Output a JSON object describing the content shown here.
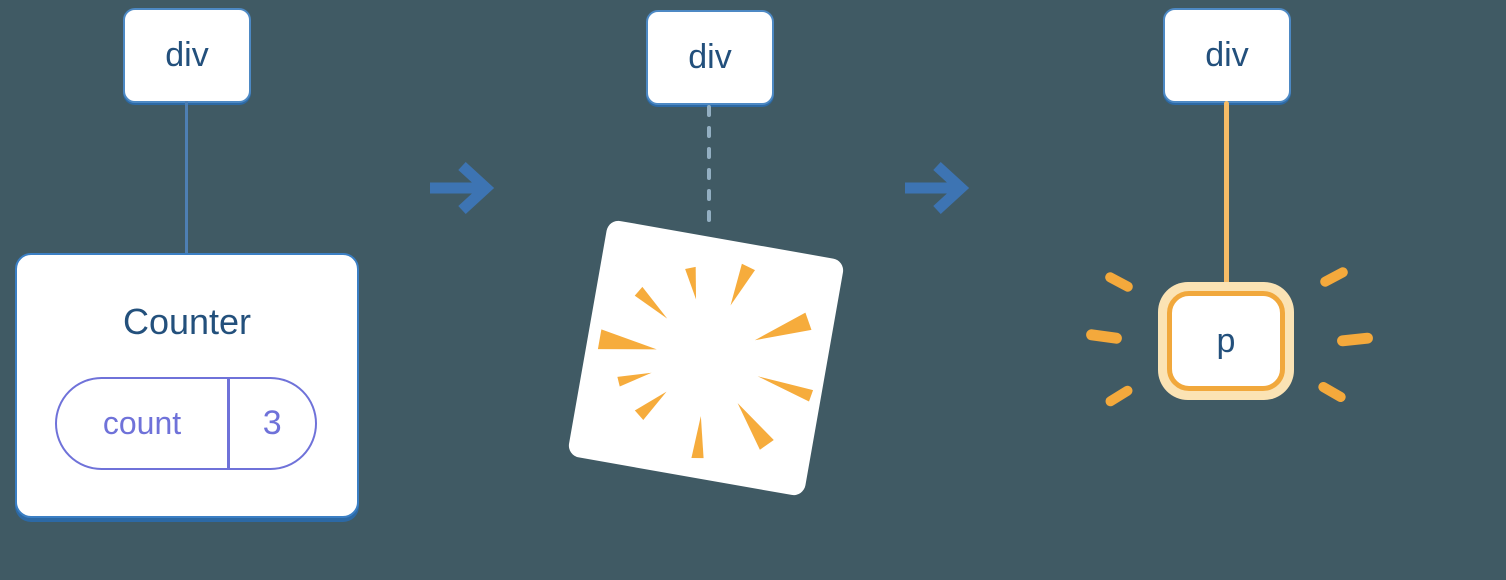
{
  "colors": {
    "background": "#405A64",
    "node_fill": "#FFFFFF",
    "node_border_blue": "#4D89C4",
    "node_text_navy": "#23507C",
    "connector_blue": "#4E7FB3",
    "connector_dashed_gray_blue": "#93AFC2",
    "connector_orange": "#F6BC66",
    "state_purple": "#6F72D9",
    "arrow_blue": "#3D74B3",
    "burst_orange": "#F6AC3C",
    "halo_pale_yellow": "#FBE3B4",
    "ring_orange": "#F1A83C"
  },
  "icons": {
    "arrow-right-icon": "→",
    "poof-burst-icon": "orange radial starburst on tilted white card",
    "sparkle-icon": "orange emphasis dash"
  },
  "steps": [
    {
      "dom_parent": "div",
      "component": {
        "title": "Counter",
        "state_key": "count",
        "state_value": "3"
      }
    },
    {
      "dom_parent": "div"
    },
    {
      "dom_parent": "div",
      "dom_child": "p"
    }
  ]
}
